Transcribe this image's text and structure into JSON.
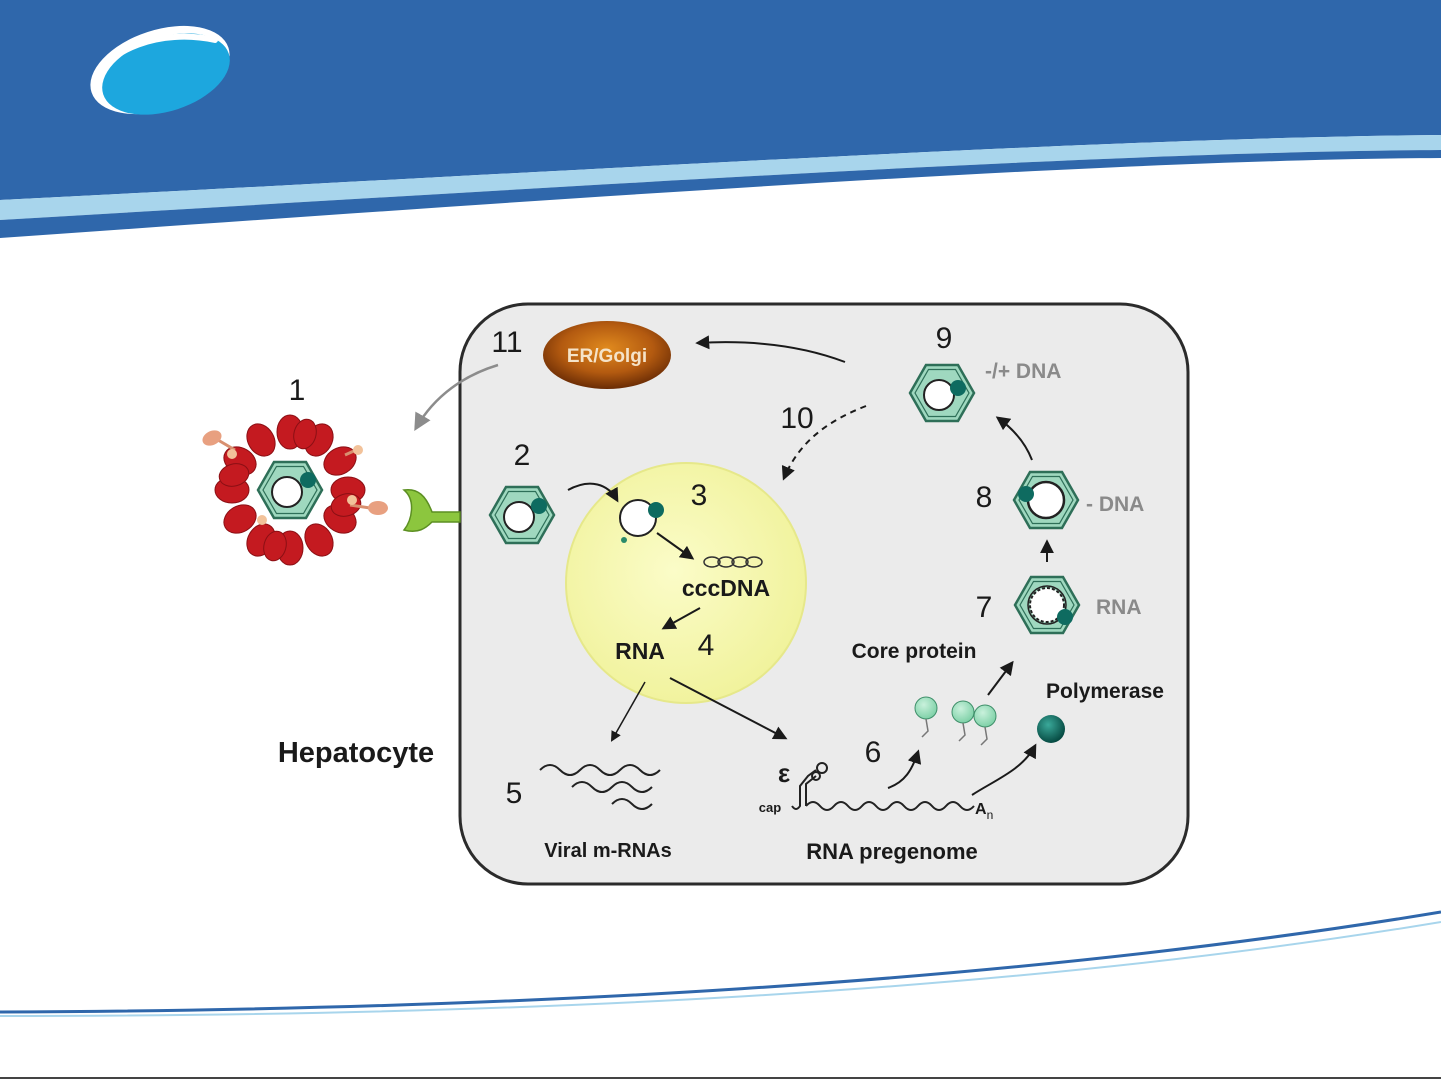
{
  "header": {
    "brand_color": "#2f67ab",
    "logo_color": "#1da7de",
    "stripe_color": "#9fd0ea"
  },
  "diagram": {
    "cell_label": "Hepatocyte",
    "er_golgi": "ER/Golgi",
    "steps": {
      "s1": "1",
      "s2": "2",
      "s3": "3",
      "s4": "4",
      "s5": "5",
      "s6": "6",
      "s7": "7",
      "s8": "8",
      "s9": "9",
      "s10": "10",
      "s11": "11"
    },
    "labels": {
      "cccdna": "cccDNA",
      "rna": "RNA",
      "viral_mrnas": "Viral m-RNAs",
      "rna_pregenome": "RNA pregenome",
      "core_protein": "Core protein",
      "polymerase": "Polymerase",
      "rna_capsid": "RNA",
      "minus_dna": "- DNA",
      "minus_plus_dna": "-/+ DNA",
      "epsilon": "ε",
      "cap": "cap",
      "poly_a": "A",
      "poly_a_sub": "n"
    },
    "colors": {
      "cell": "#ebebeb",
      "nucleus": "#fafbc0",
      "capsid": "#9fd8bf",
      "polymerase": "#0e6b60",
      "envelope": "#c41a20",
      "receptor": "#8cc63e"
    }
  }
}
